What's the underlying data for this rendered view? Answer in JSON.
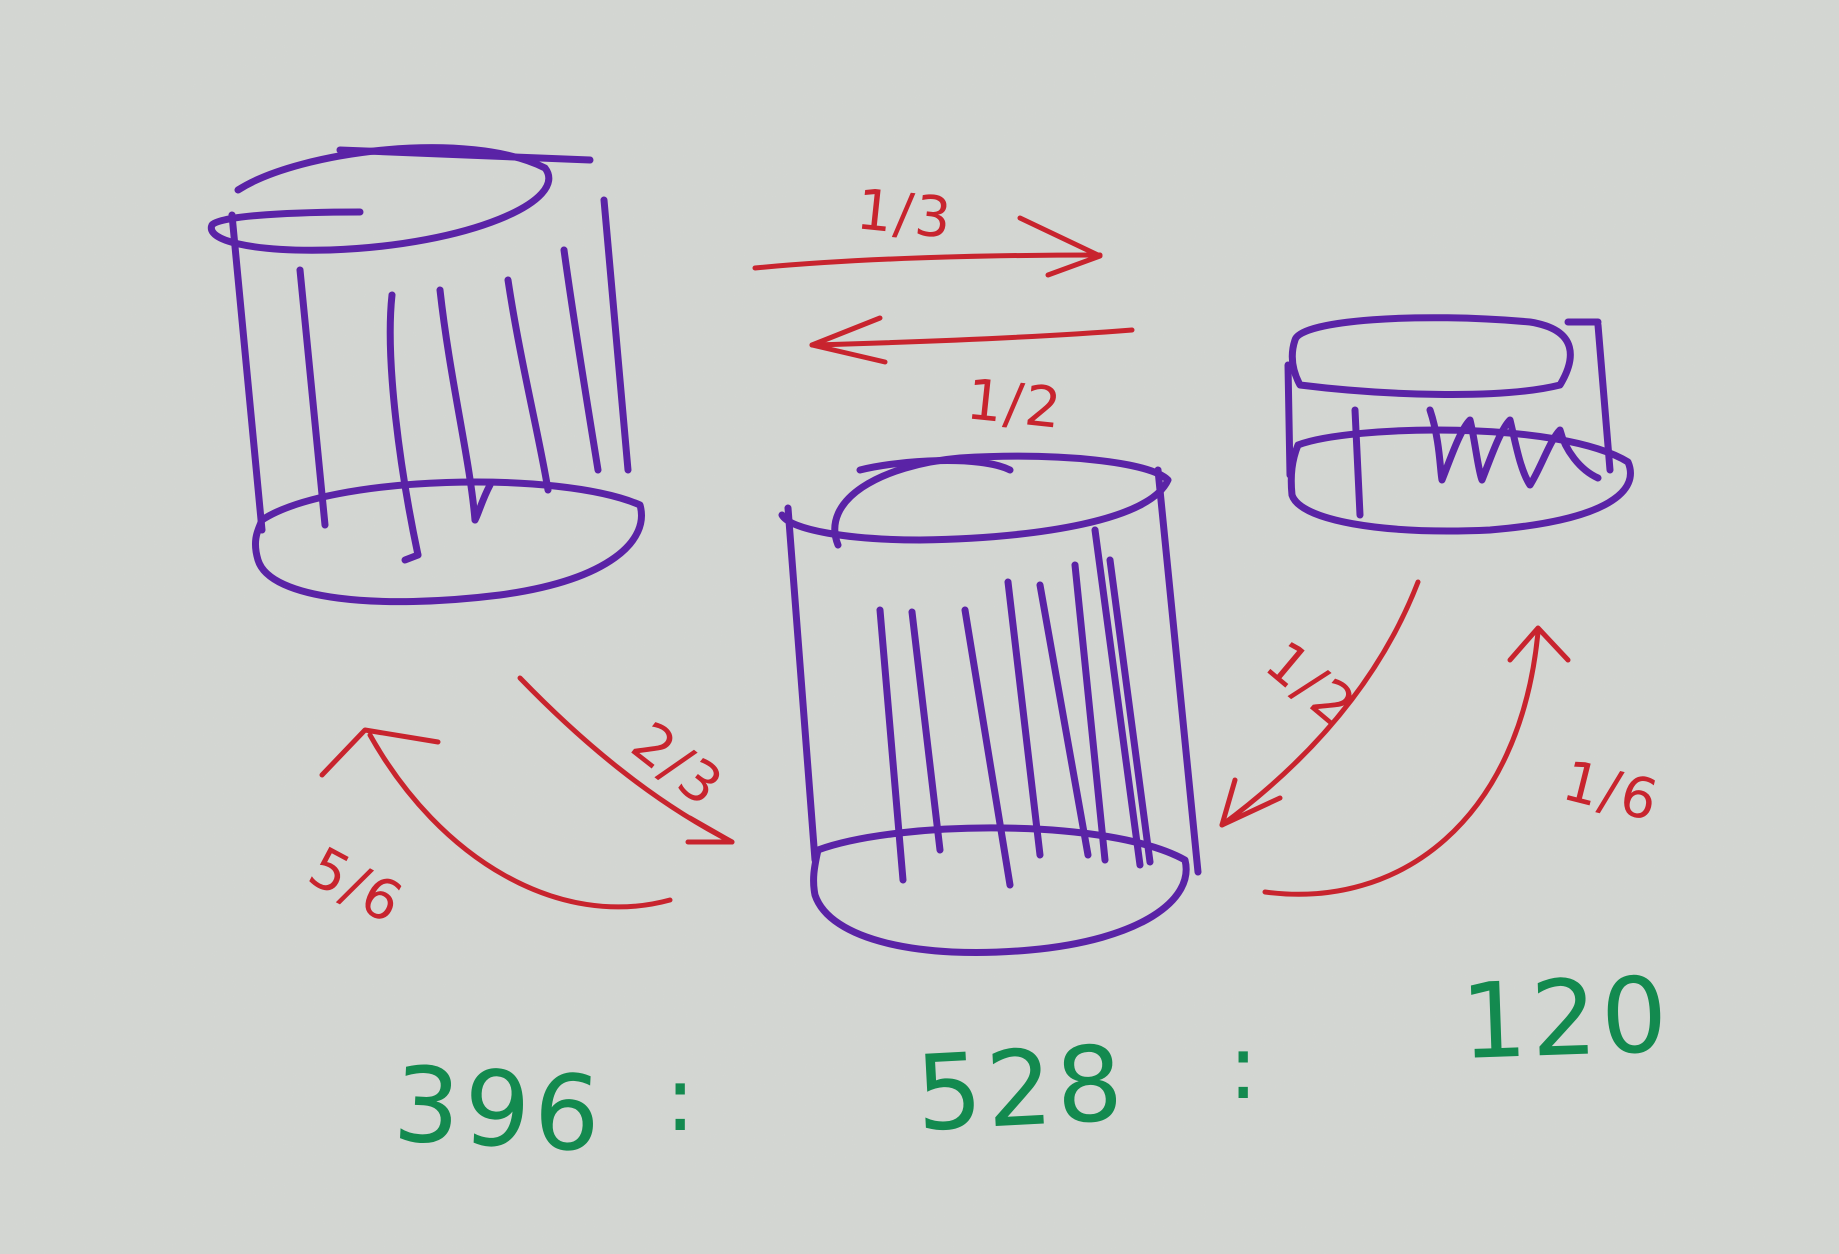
{
  "colors": {
    "paper": "#d4d7d3",
    "cylinder": "#5a23a6",
    "arrow": "#c8242e",
    "count": "#138a4f"
  },
  "transitions": [
    {
      "from": "left-cylinder",
      "to": "right-cylinder",
      "label": "1/3"
    },
    {
      "from": "right-cylinder",
      "to": "left-cylinder",
      "label": "1/2"
    },
    {
      "from": "left-cylinder",
      "to": "middle-cylinder",
      "label": "2/3"
    },
    {
      "from": "middle-cylinder",
      "to": "left-cylinder",
      "label": "5/6"
    },
    {
      "from": "right-cylinder",
      "to": "middle-cylinder",
      "label": "1/2"
    },
    {
      "from": "middle-cylinder",
      "to": "right-cylinder",
      "label": "1/6"
    }
  ],
  "counts": {
    "left": "396",
    "middle": "528",
    "right": "120",
    "separator": ":"
  }
}
